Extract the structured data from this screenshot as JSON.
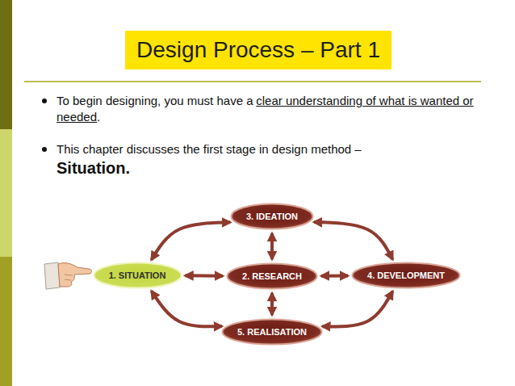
{
  "diagram": {
    "title": "Design Process – Part 1",
    "nodes": [
      {
        "text": [
          "3. IDEATION"
        ]
      },
      {
        "text": [
          "1. SITUATION"
        ]
      },
      {
        "text": [
          "2. RESEARCH"
        ]
      },
      {
        "text": [
          "4. DEVELOPMENT"
        ]
      },
      {
        "text": [
          "5. REALISATION"
        ]
      }
    ],
    "edges": [
      {
        "from": 1,
        "to": 0,
        "arrow": "both"
      },
      {
        "from": 0,
        "to": 3,
        "arrow": "both"
      },
      {
        "from": 1,
        "to": 2,
        "arrow": "both"
      },
      {
        "from": 0,
        "to": 2,
        "arrow": "both"
      },
      {
        "from": 2,
        "to": 3,
        "arrow": "both"
      },
      {
        "from": 2,
        "to": 4,
        "arrow": "both"
      },
      {
        "from": 1,
        "to": 4,
        "arrow": "both"
      },
      {
        "from": 4,
        "to": 3,
        "arrow": "both"
      }
    ],
    "labels": [
      "To begin designing, you must have a",
      "clear understanding of what is wanted or needed",
      ".",
      "This chapter discusses the first stage in design method –",
      "Situation."
    ]
  }
}
